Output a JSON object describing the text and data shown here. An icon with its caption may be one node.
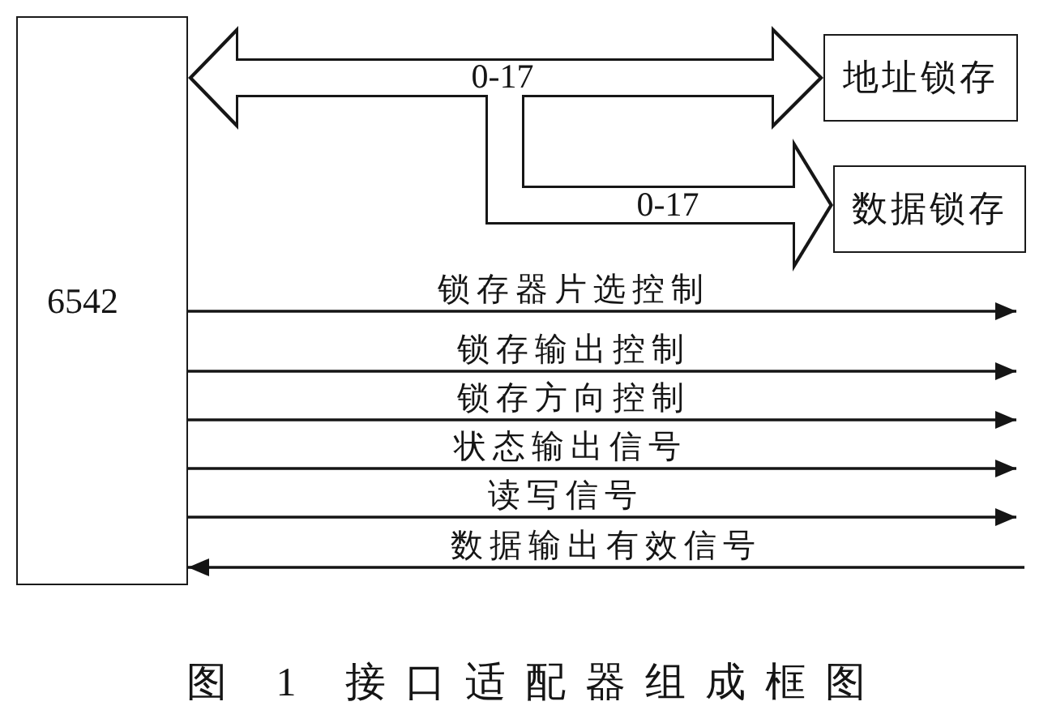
{
  "diagram": {
    "caption": "图 1 接口适配器组成框图",
    "nodes": [
      {
        "text": [
          "6542"
        ]
      },
      {
        "text": [
          "地址锁存"
        ]
      },
      {
        "text": [
          "数据锁存"
        ]
      }
    ],
    "edges": [
      {
        "from": 0,
        "to": 1,
        "arrow": "both",
        "label": "0-17",
        "style": "thick"
      },
      {
        "from": 0,
        "to": 2,
        "arrow": "to",
        "label": "0-17",
        "style": "thick"
      },
      {
        "from": 0,
        "to": null,
        "arrow": "to",
        "label": "锁存器片选控制"
      },
      {
        "from": 0,
        "to": null,
        "arrow": "to",
        "label": "锁存输出控制"
      },
      {
        "from": 0,
        "to": null,
        "arrow": "to",
        "label": "锁存方向控制"
      },
      {
        "from": 0,
        "to": null,
        "arrow": "to",
        "label": "状态输出信号"
      },
      {
        "from": 0,
        "to": null,
        "arrow": "to",
        "label": "读写信号"
      },
      {
        "from": null,
        "to": 0,
        "arrow": "to",
        "label": "数据输出有效信号"
      }
    ]
  }
}
